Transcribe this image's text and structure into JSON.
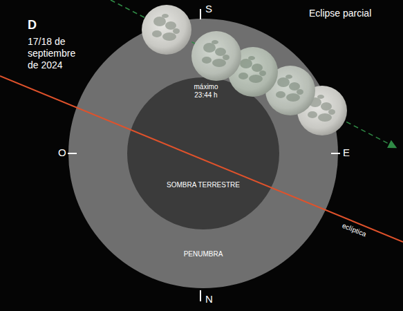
{
  "diagram": {
    "nodes": [
      {
        "text": [
          "PENUMBRA"
        ]
      },
      {
        "text": [
          "SOMBRA TERRESTRE"
        ],
        "in": 0
      }
    ],
    "labels": [
      "D",
      "17/18 de septiembre de 2024",
      "Eclipse parcial",
      "S",
      "O",
      "E",
      "N",
      "máximo 23:44 h",
      "eclíptica"
    ]
  }
}
